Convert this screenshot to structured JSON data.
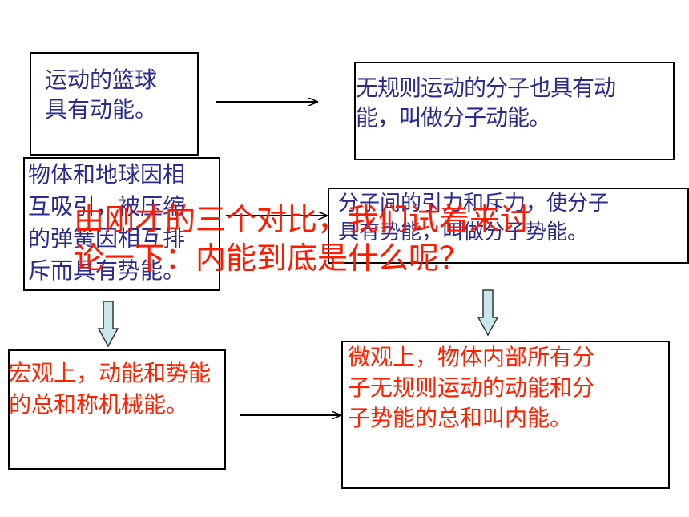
{
  "boxes": {
    "basketball": "运动的篮球\n具有动能。",
    "molecule_kinetic": "无规则运动的分子也具有动\n能，叫做分子动能。",
    "earth_spring": "物体和地球因相\n互吸引，被压缩\n的弹簧因相互排\n斥而具有势能。",
    "molecule_potential": "分子间的引力和斥力，使分子\n具有势能，叫做分子势能。",
    "mechanical_energy": "宏观上，动能和势能\n的总和称机械能。",
    "internal_energy": "微观上，物体内部所有分\n子无规则运动的动能和分\n子势能的总和叫内能。"
  },
  "overlay_text": "由刚才的三个对比，我们试着来讨\n论一下：内能到底是什么呢？",
  "colors": {
    "blue_text": "#2b2b8f",
    "red_text": "#ff2200",
    "down_arrow_fill": "#c9e6ea"
  }
}
